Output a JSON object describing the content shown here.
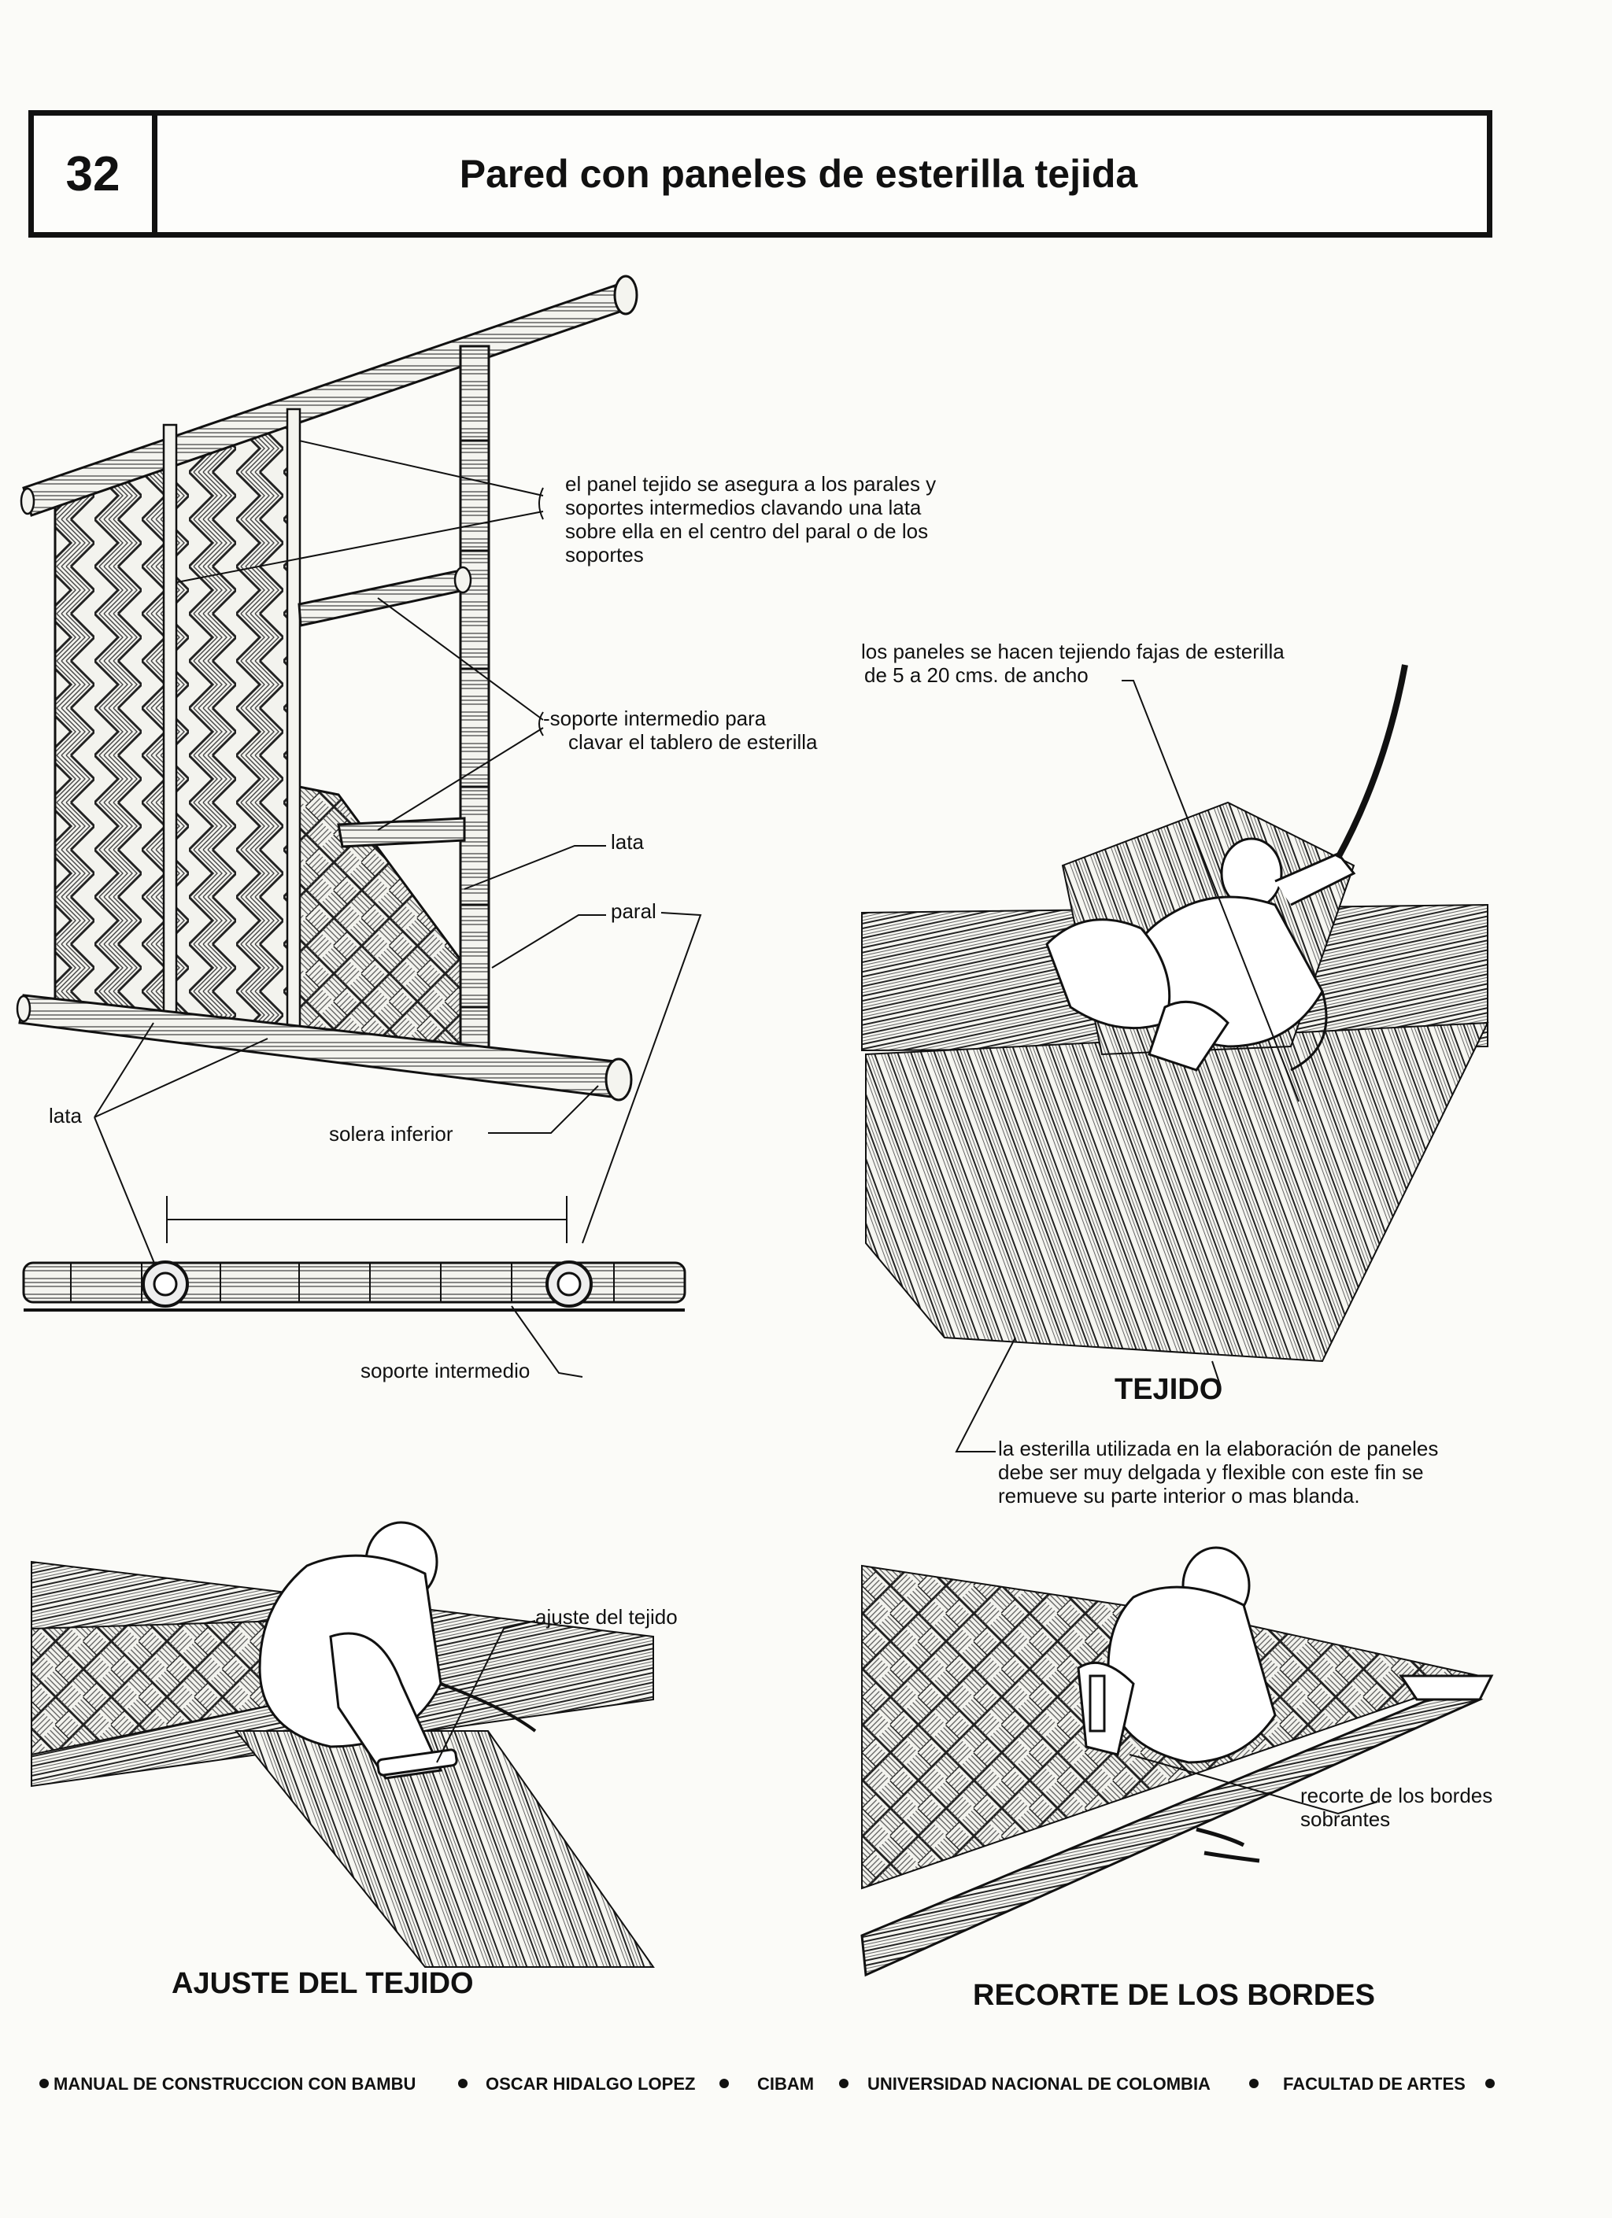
{
  "header": {
    "number": "32",
    "title": "Pared con paneles de esterilla tejida"
  },
  "labels": {
    "panel_note": [
      "el panel tejido se asegura a los parales y",
      "soportes intermedios clavando una lata",
      "sobre ella en el centro del paral o de los",
      "soportes"
    ],
    "soporte_note": [
      "-soporte intermedio para",
      "clavar el tablero de esterilla"
    ],
    "lata_right": "lata",
    "paral": "paral",
    "lata_left": "lata",
    "solera": "solera inferior",
    "soporte_bottom": "soporte intermedio",
    "paneles_note": [
      "los paneles se hacen tejiendo fajas de esterilla",
      "de 5 a 20 cms. de ancho"
    ],
    "esterilla_note": [
      "la esterilla utilizada en la elaboración de paneles",
      "debe ser muy delgada y flexible con este fin se",
      "remueve su parte interior o mas blanda."
    ],
    "ajuste_label": "ajuste del tejido",
    "recorte_label": [
      "recorte de los bordes",
      "sobrantes"
    ]
  },
  "captions": {
    "tejido": "TEJIDO",
    "ajuste": "AJUSTE DEL TEJIDO",
    "recorte": "RECORTE DE LOS BORDES"
  },
  "footer": [
    "MANUAL DE CONSTRUCCION CON BAMBU",
    "OSCAR HIDALGO LOPEZ",
    "CIBAM",
    "UNIVERSIDAD NACIONAL DE COLOMBIA",
    "FACULTAD DE ARTES"
  ],
  "colors": {
    "ink": "#111111",
    "paper": "#fbfbf8"
  }
}
